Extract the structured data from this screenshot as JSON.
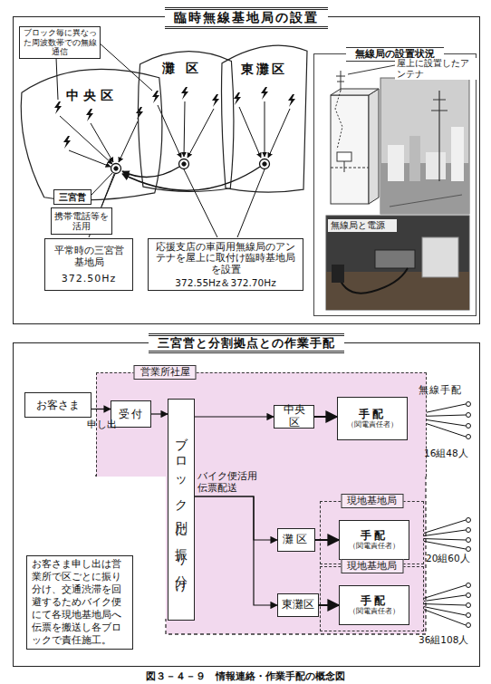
{
  "diagram": {
    "caption": "図３－４－９　情報連絡・作業手配の概念図",
    "nodes": [
      {
        "text": [
          "臨時無線基地局の設置"
        ]
      },
      {
        "text": [
          "ブロック毎に異なった周波数帯での無線通信"
        ],
        "in": 0
      },
      {
        "text": [
          "中央区"
        ],
        "in": 0
      },
      {
        "text": [
          "灘区"
        ],
        "in": 0
      },
      {
        "text": [
          "東灘区"
        ],
        "in": 0
      },
      {
        "text": [
          "三宮営"
        ],
        "in": 0
      },
      {
        "text": [
          "携帯電話等を活用"
        ],
        "in": 0
      },
      {
        "text": [
          "平常時の三宮営基地局",
          "372.50Hz"
        ],
        "in": 0
      },
      {
        "text": [
          "応援支店の車両用無線局のアンテナを屋上に取付け臨時基地局を設置",
          "372.55Hz＆372.70Hz"
        ],
        "in": 0
      },
      {
        "text": [
          "無線局の設置状況"
        ],
        "in": 0
      },
      {
        "text": [
          "三宮営と分割拠点との作業手配"
        ]
      },
      {
        "text": [
          "営業所社屋"
        ],
        "in": 10
      },
      {
        "text": [
          "お客さま"
        ],
        "in": 10
      },
      {
        "text": [
          "受付"
        ],
        "in": 11
      },
      {
        "text": [
          "ブロック別に振り分け"
        ],
        "in": 11
      },
      {
        "text": [
          "中央区"
        ],
        "in": 11
      },
      {
        "text": [
          "手配",
          "（関電責任者）"
        ],
        "in": 11
      },
      {
        "text": [
          "灘区"
        ],
        "in": 10
      },
      {
        "text": [
          "現地基地局"
        ],
        "in": 10
      },
      {
        "text": [
          "手配",
          "（関電責任者）"
        ],
        "in": 18
      },
      {
        "text": [
          "東灘区"
        ],
        "in": 10
      },
      {
        "text": [
          "現地基地局"
        ],
        "in": 10
      },
      {
        "text": [
          "手配",
          "（関電責任者）"
        ],
        "in": 21
      },
      {
        "text": [
          "お客さま申し出は営業所で区ごとに振り分け、交通渋滞を回避するためバイク便にて各現地基地局へ伝票を搬送し各ブロックで責任施工。"
        ],
        "in": 10
      }
    ],
    "edges": [
      {
        "from": 12,
        "to": 13,
        "arrow": "to",
        "label": "申し出"
      },
      {
        "from": 13,
        "to": 14,
        "arrow": "to"
      },
      {
        "from": 14,
        "to": 15,
        "arrow": "to"
      },
      {
        "from": 15,
        "to": 16,
        "arrow": "to"
      },
      {
        "from": 14,
        "to": 17,
        "arrow": "to",
        "label": "バイク便活用 伝票配送"
      },
      {
        "from": 14,
        "to": 20,
        "arrow": "to"
      },
      {
        "from": 17,
        "to": 19,
        "arrow": "to"
      },
      {
        "from": 20,
        "to": 22,
        "arrow": "to"
      }
    ],
    "labels": [
      "屋上に設置したアンテナ",
      "無線局と電源",
      "無線手配",
      "16組48人",
      "20組60人",
      "36組108人"
    ]
  }
}
